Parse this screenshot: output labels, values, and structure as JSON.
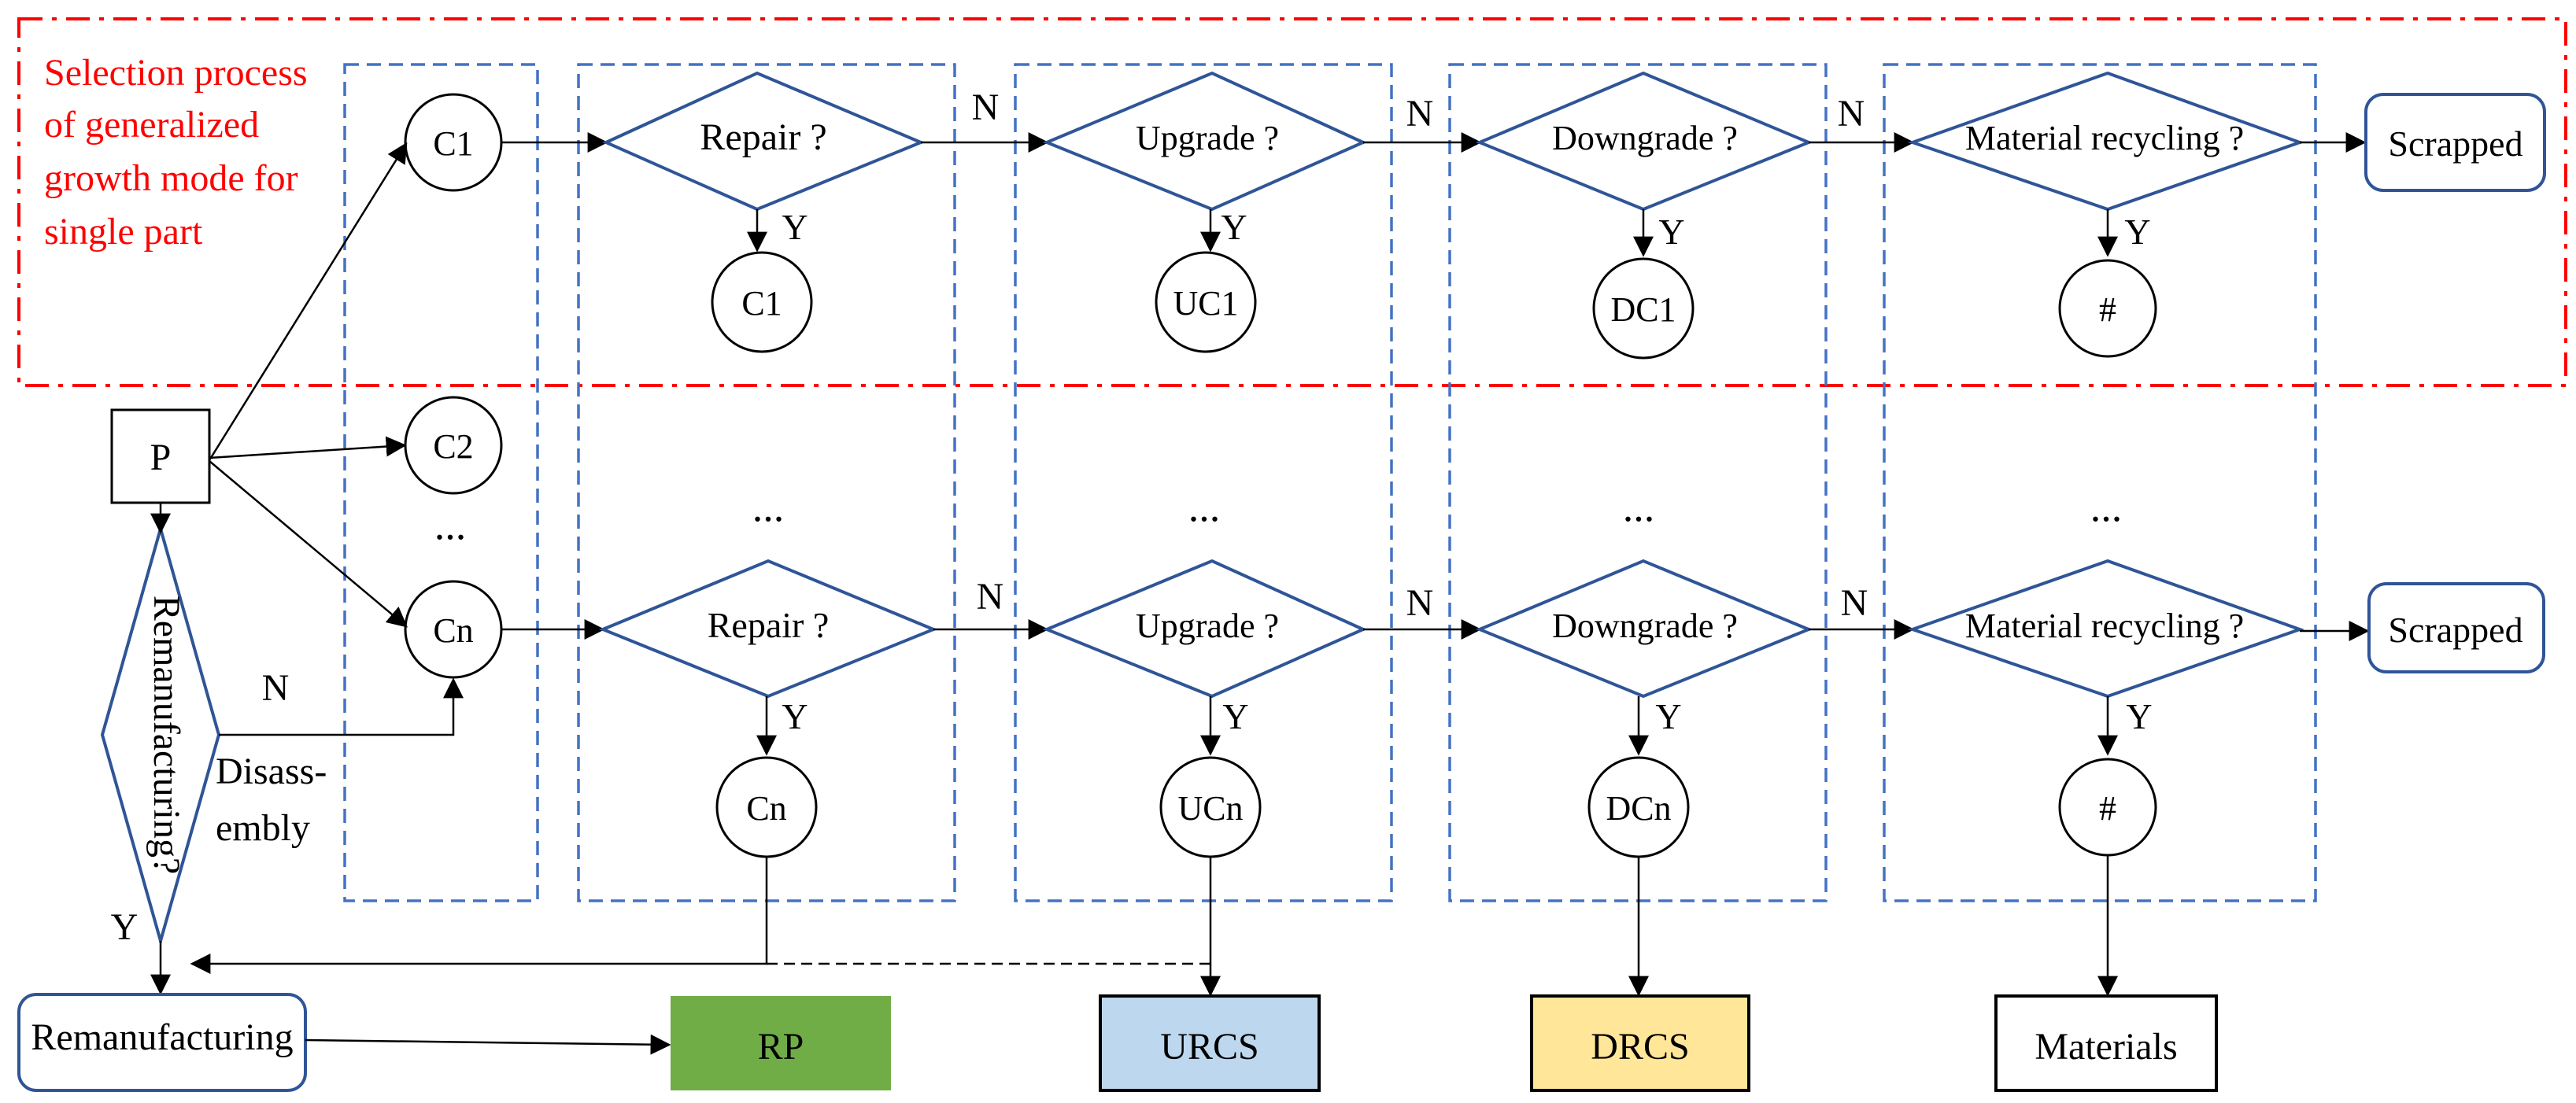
{
  "title_lines": [
    "Selection process",
    "of generalized",
    "growth mode for",
    "single part"
  ],
  "product_label": "P",
  "component_labels": [
    "C1",
    "C2",
    "Cn"
  ],
  "ellipsis": "...",
  "decision_remanufacturing": "Remanufacturing?",
  "decisions": {
    "repair": "Repair ?",
    "upgrade": "Upgrade ?",
    "downgrade": "Downgrade ?",
    "recycling": "Material recycling ?"
  },
  "branch_yes": "Y",
  "branch_no": "N",
  "disassembly_lines": [
    "Disass-",
    "embly"
  ],
  "scrapped_label": "Scrapped",
  "result_row1": [
    "C1",
    "UC1",
    "DC1",
    "#"
  ],
  "result_rown": [
    "Cn",
    "UCn",
    "DCn",
    "#"
  ],
  "remanufacturing_label": "Remanufacturing",
  "outputs": [
    {
      "label": "RP",
      "color": "#70ad47"
    },
    {
      "label": "URCS",
      "color": "#bdd7ee"
    },
    {
      "label": "DRCS",
      "color": "#ffe699"
    },
    {
      "label": "Materials",
      "color": "#ffffff"
    }
  ],
  "colors": {
    "blue_outline": "#2f5597",
    "dashed_blue": "#4472c4",
    "red": "#ff0000",
    "line": "#000000"
  }
}
